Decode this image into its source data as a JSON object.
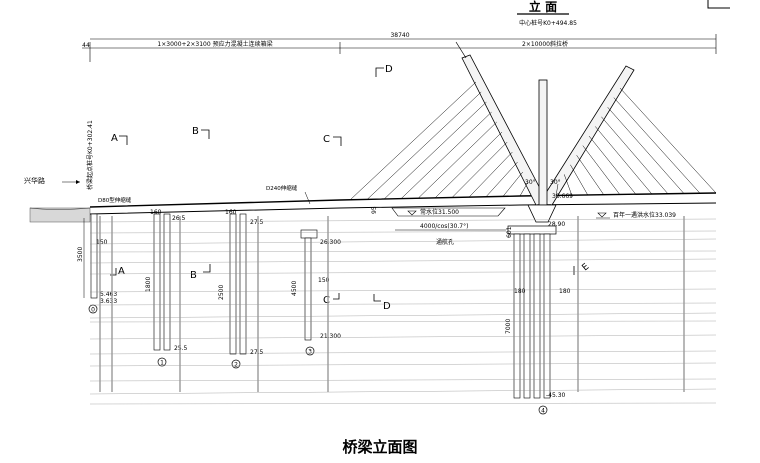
{
  "header": {
    "view_title": "立 面",
    "center_pile": "中心桩号K0+494.85",
    "total_length": "38740"
  },
  "spans": {
    "left_label": "1×3000+2×3100 预应力混凝土连续箱梁",
    "right_label": "2×10000斜拉桥",
    "left_offset": "44"
  },
  "sections": {
    "A": "A",
    "B": "B",
    "C": "C",
    "D": "D",
    "E": "E"
  },
  "annotations": {
    "road_name": "兴华路",
    "abutment_pile": "桥梁起点桩号K0+302.41",
    "joint_d80": "D80型伸缩缝",
    "joint_d240": "D240伸缩缝",
    "dim_95": "95",
    "water_level_normal": "常水位31.500",
    "water_level_flood": "百年一遇洪水位33.039",
    "navigation_clearance": "4000/cos(30.7°)",
    "navigation_hole": "通航孔",
    "angle_left": "30°",
    "angle_right": "30°",
    "tower_top_elev": "36.669"
  },
  "piers": [
    {
      "label": "0",
      "dim_width": "150",
      "dim_height": "3500",
      "top_elev": "",
      "bottom_elev": "5.463"
    },
    {
      "label": "1",
      "dim_width": "160",
      "dim_height": "1800",
      "top_elev": "26.5",
      "bottom_elev": "25.5"
    },
    {
      "label": "2",
      "dim_width": "160",
      "dim_height": "2500",
      "top_elev": "27.5",
      "bottom_elev": "27.5"
    },
    {
      "label": "3",
      "dim_width": "150",
      "dim_height": "4500",
      "top_elev": "26.300",
      "bottom_elev": "21.300"
    },
    {
      "label": "4",
      "dim_width": "180",
      "dim_height": "7000",
      "top_elev": "28.90",
      "bottom_elev": "-45.30"
    }
  ],
  "extra_labels": {
    "pier0_dim": "150",
    "pier0_sub_elev": "3.633",
    "pier4_dim_right": "180",
    "pier4_height_tag": "601"
  },
  "caption": "桥梁立面图"
}
